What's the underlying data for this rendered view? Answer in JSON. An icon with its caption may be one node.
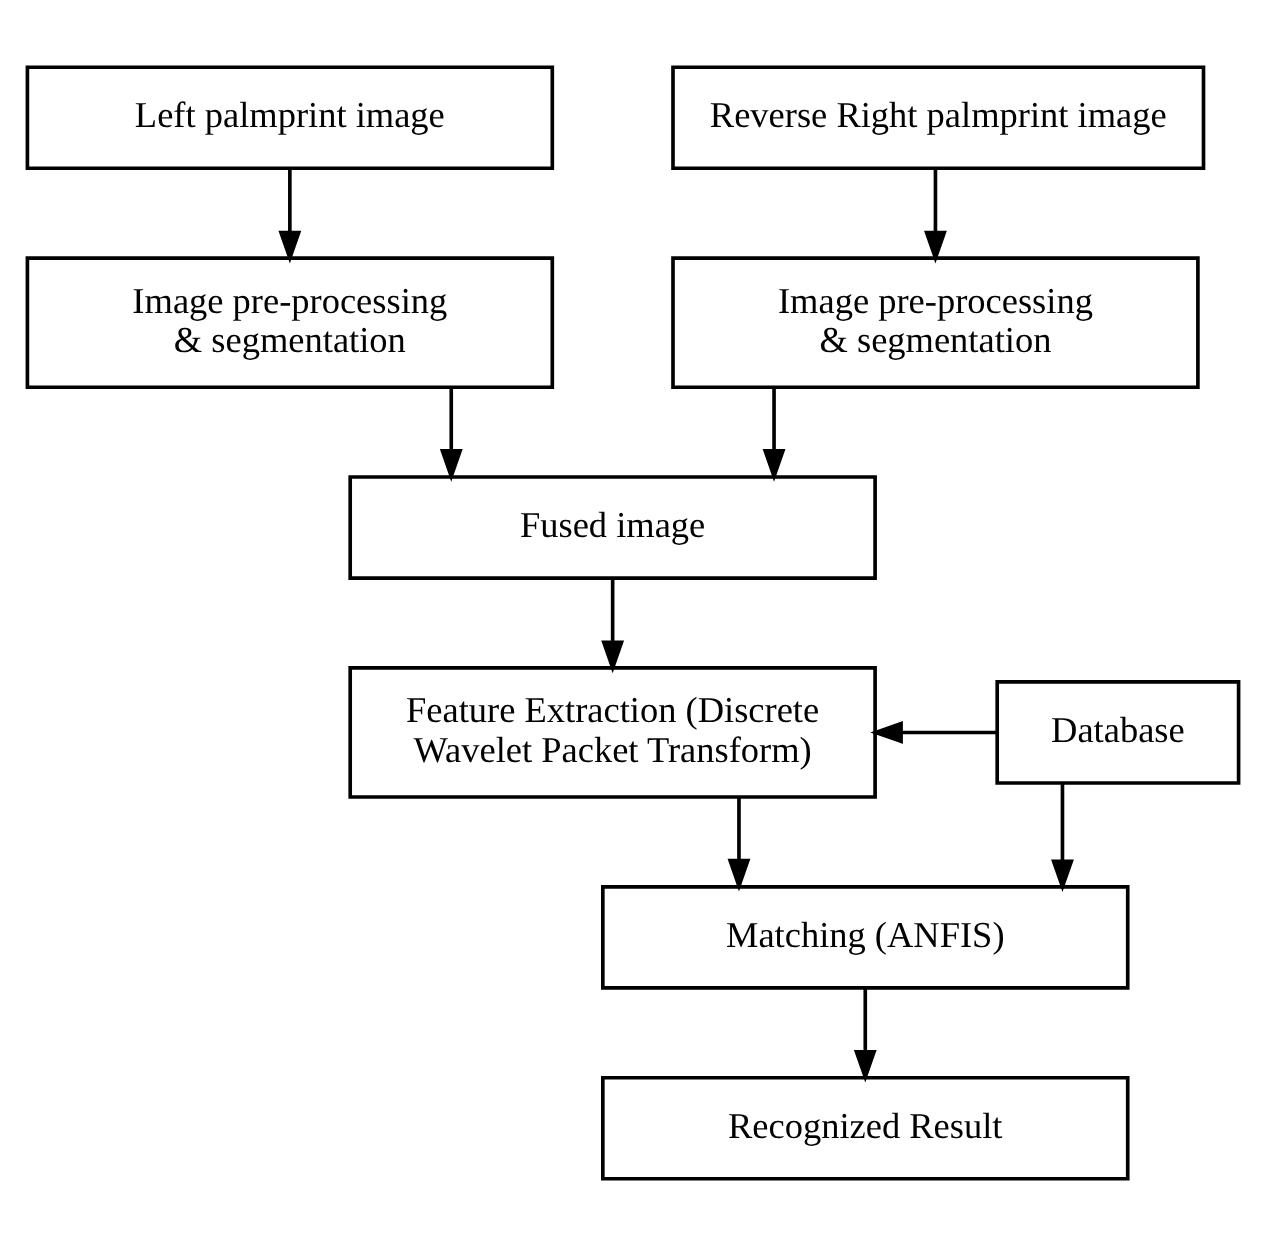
{
  "diagram": {
    "nodes": [
      {
        "text": [
          "Left palmprint image"
        ]
      },
      {
        "text": [
          "Reverse Right palmprint image"
        ]
      },
      {
        "text": [
          "Image pre-processing & segmentation"
        ]
      },
      {
        "text": [
          "Image pre-processing & segmentation"
        ]
      },
      {
        "text": [
          "Fused image"
        ]
      },
      {
        "text": [
          "Feature Extraction (Discrete Wavelet Packet Transform)"
        ]
      },
      {
        "text": [
          "Database"
        ]
      },
      {
        "text": [
          "Matching (ANFIS)"
        ]
      },
      {
        "text": [
          "Recognized Result"
        ]
      }
    ],
    "edges": [
      {
        "from": 0,
        "to": 2,
        "arrow": "to"
      },
      {
        "from": 1,
        "to": 3,
        "arrow": "to"
      },
      {
        "from": 2,
        "to": 4,
        "arrow": "to"
      },
      {
        "from": 3,
        "to": 4,
        "arrow": "to"
      },
      {
        "from": 4,
        "to": 5,
        "arrow": "to"
      },
      {
        "from": 6,
        "to": 5,
        "arrow": "to"
      },
      {
        "from": 5,
        "to": 7,
        "arrow": "to"
      },
      {
        "from": 6,
        "to": 7,
        "arrow": "to"
      },
      {
        "from": 7,
        "to": 8,
        "arrow": "to"
      }
    ]
  }
}
